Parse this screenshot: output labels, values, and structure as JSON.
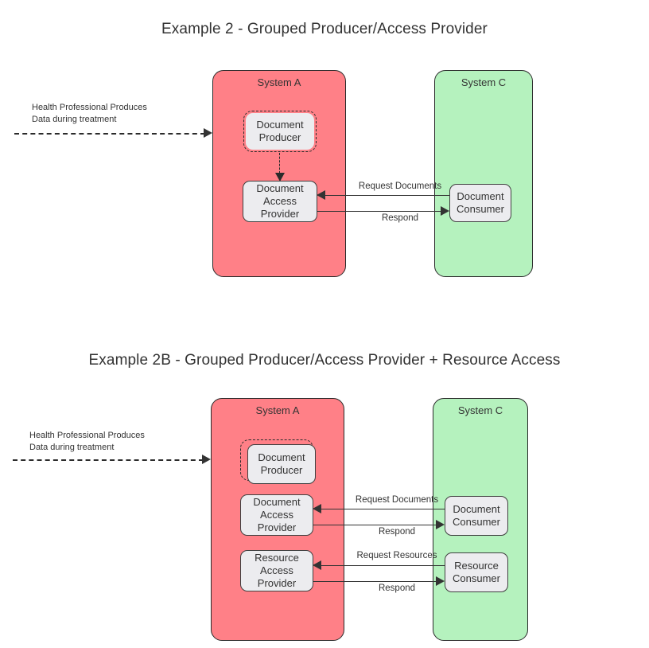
{
  "page": {
    "background": "#ffffff",
    "text_color": "#333333"
  },
  "palette": {
    "system_a_fill": "#ff8087",
    "system_c_fill": "#b5f2be",
    "container_border": "#2b2b2b",
    "node_fill": "#ececef",
    "node_border": "#404040",
    "line": "#333333"
  },
  "diagrams": [
    {
      "id": "example-2",
      "title": "Example 2 - Grouped Producer/Access Provider",
      "note": "Health Professional Produces\nData during treatment",
      "systems": [
        {
          "id": "system-a",
          "label": "System A",
          "fill": "#ff8087"
        },
        {
          "id": "system-c",
          "label": "System C",
          "fill": "#b5f2be"
        }
      ],
      "nodes": [
        {
          "id": "document-producer",
          "label": "Document\nProducer",
          "style": "dashed-ghost",
          "system": "system-a"
        },
        {
          "id": "document-access-provider",
          "label": "Document\nAccess\nProvider",
          "style": "solid",
          "system": "system-a"
        },
        {
          "id": "document-consumer",
          "label": "Document\nConsumer",
          "style": "solid",
          "system": "system-c"
        }
      ],
      "edges": [
        {
          "id": "edge-request-documents",
          "label": "Request Documents",
          "from": "document-consumer",
          "to": "document-access-provider",
          "direction": "left"
        },
        {
          "id": "edge-respond-documents",
          "label": "Respond",
          "from": "document-access-provider",
          "to": "document-consumer",
          "direction": "right"
        },
        {
          "id": "edge-producer-to-provider",
          "label": "",
          "from": "document-producer",
          "to": "document-access-provider",
          "direction": "down",
          "style": "dashed"
        }
      ]
    },
    {
      "id": "example-2b",
      "title": "Example 2B - Grouped Producer/Access Provider + Resource Access",
      "note": "Health Professional Produces\nData during treatment",
      "systems": [
        {
          "id": "system-a",
          "label": "System A",
          "fill": "#ff8087"
        },
        {
          "id": "system-c",
          "label": "System C",
          "fill": "#b5f2be"
        }
      ],
      "nodes": [
        {
          "id": "document-producer",
          "label": "Document\nProducer",
          "style": "dashed-ghost",
          "system": "system-a"
        },
        {
          "id": "document-access-provider",
          "label": "Document\nAccess\nProvider",
          "style": "solid",
          "system": "system-a"
        },
        {
          "id": "resource-access-provider",
          "label": "Resource\nAccess\nProvider",
          "style": "solid",
          "system": "system-a"
        },
        {
          "id": "document-consumer",
          "label": "Document\nConsumer",
          "style": "solid",
          "system": "system-c"
        },
        {
          "id": "resource-consumer",
          "label": "Resource\nConsumer",
          "style": "solid",
          "system": "system-c"
        }
      ],
      "edges": [
        {
          "id": "edge-request-documents",
          "label": "Request Documents",
          "from": "document-consumer",
          "to": "document-access-provider",
          "direction": "left"
        },
        {
          "id": "edge-respond-documents",
          "label": "Respond",
          "from": "document-access-provider",
          "to": "document-consumer",
          "direction": "right"
        },
        {
          "id": "edge-request-resources",
          "label": "Request Resources",
          "from": "resource-consumer",
          "to": "resource-access-provider",
          "direction": "left"
        },
        {
          "id": "edge-respond-resources",
          "label": "Respond",
          "from": "resource-access-provider",
          "to": "resource-consumer",
          "direction": "right"
        }
      ]
    }
  ]
}
